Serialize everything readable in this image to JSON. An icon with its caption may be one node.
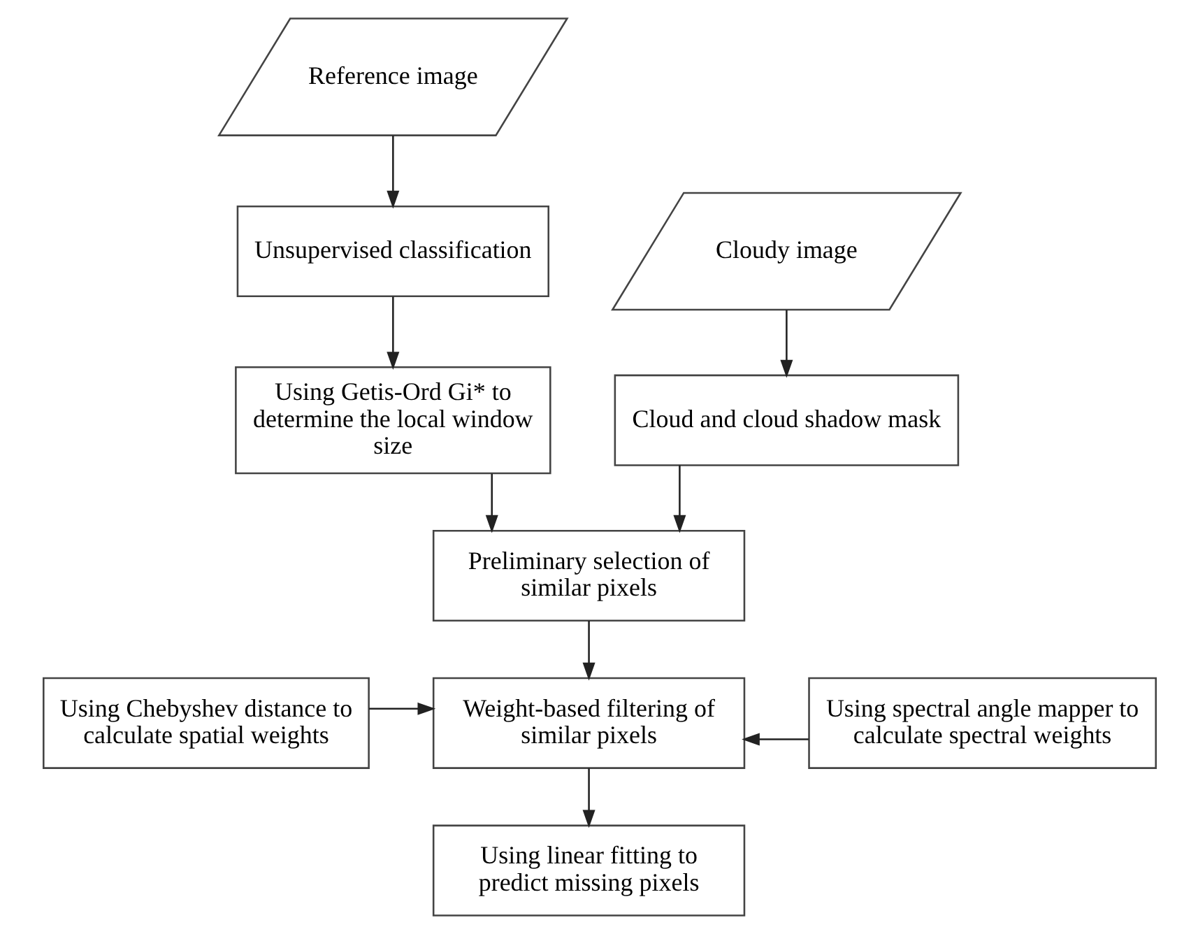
{
  "diagram": {
    "nodes": [
      {
        "text": [
          "Reference image"
        ]
      },
      {
        "text": [
          "Cloudy image"
        ]
      },
      {
        "text": [
          "Unsupervised classification"
        ]
      },
      {
        "text": [
          "Cloud and cloud shadow mask"
        ]
      },
      {
        "text": [
          "Using Getis-Ord Gi* to determine the local window size"
        ]
      },
      {
        "text": [
          "Preliminary selection of similar pixels"
        ]
      },
      {
        "text": [
          "Using Chebyshev distance to calculate spatial weights"
        ]
      },
      {
        "text": [
          "Weight-based filtering of similar pixels"
        ]
      },
      {
        "text": [
          "Using spectral angle mapper to calculate spectral weights"
        ]
      },
      {
        "text": [
          "Using linear fitting to predict missing pixels"
        ]
      }
    ],
    "edges": [
      {
        "from": 0,
        "to": 2,
        "arrow": "to"
      },
      {
        "from": 1,
        "to": 3,
        "arrow": "to"
      },
      {
        "from": 2,
        "to": 4,
        "arrow": "to"
      },
      {
        "from": 4,
        "to": 5,
        "arrow": "to"
      },
      {
        "from": 3,
        "to": 5,
        "arrow": "to"
      },
      {
        "from": 5,
        "to": 7,
        "arrow": "to"
      },
      {
        "from": 6,
        "to": 7,
        "arrow": "to"
      },
      {
        "from": 8,
        "to": 7,
        "arrow": "to"
      },
      {
        "from": 7,
        "to": 9,
        "arrow": "to"
      }
    ]
  }
}
